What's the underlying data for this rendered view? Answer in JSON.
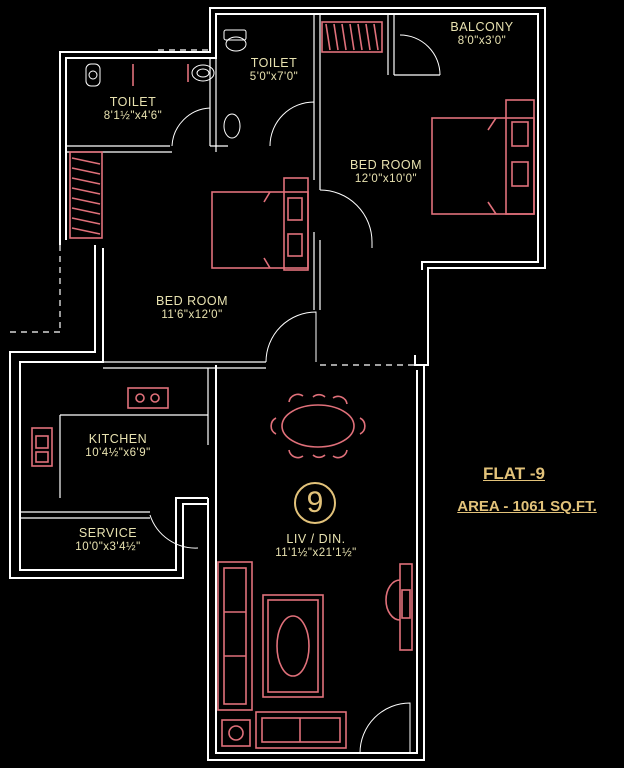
{
  "flat": {
    "title": "FLAT -9",
    "area": "AREA - 1061 SQ.FT.",
    "number": "9"
  },
  "rooms": [
    {
      "id": "toilet-1",
      "name": "TOILET",
      "size": "8'1½\"x4'6\""
    },
    {
      "id": "toilet-2",
      "name": "TOILET",
      "size": "5'0\"x7'0\""
    },
    {
      "id": "balcony",
      "name": "BALCONY",
      "size": "8'0\"x3'0\""
    },
    {
      "id": "bedroom-1",
      "name": "BED ROOM",
      "size": "12'0\"x10'0\""
    },
    {
      "id": "bedroom-2",
      "name": "BED ROOM",
      "size": "11'6\"x12'0\""
    },
    {
      "id": "kitchen",
      "name": "KITCHEN",
      "size": "10'4½\"x6'9\""
    },
    {
      "id": "service",
      "name": "SERVICE",
      "size": "10'0\"x3'4½\""
    },
    {
      "id": "living",
      "name": "LIV / DIN.",
      "size": "11'1½\"x21'1½\""
    }
  ],
  "colors": {
    "walls": "#ffffff",
    "furniture": "#e0707a",
    "labels": "#e8e2b0",
    "flat_info": "#e2c27a",
    "background": "#000000"
  }
}
